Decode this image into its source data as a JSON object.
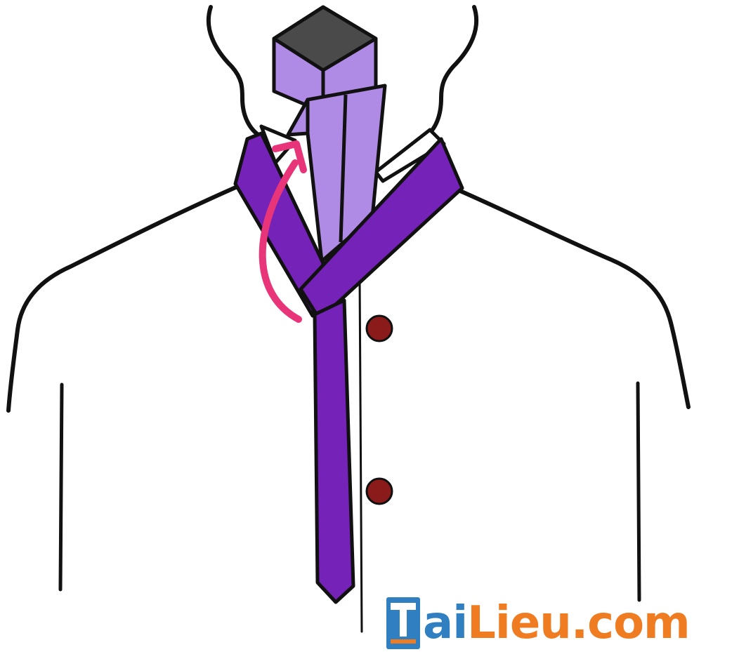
{
  "watermark": {
    "text": "TaiLieu.com",
    "part_ai": "ai",
    "part_lieu": "Lieu",
    "part_com": ".com",
    "blue": "#2f7fc1",
    "orange": "#f07c22"
  },
  "colors": {
    "tie_dark": "#7422b8",
    "tie_light": "#b08be6",
    "tie_top": "#4a4a4a",
    "arrow": "#e8357a",
    "button": "#8b1a1a",
    "outline": "#111111"
  }
}
